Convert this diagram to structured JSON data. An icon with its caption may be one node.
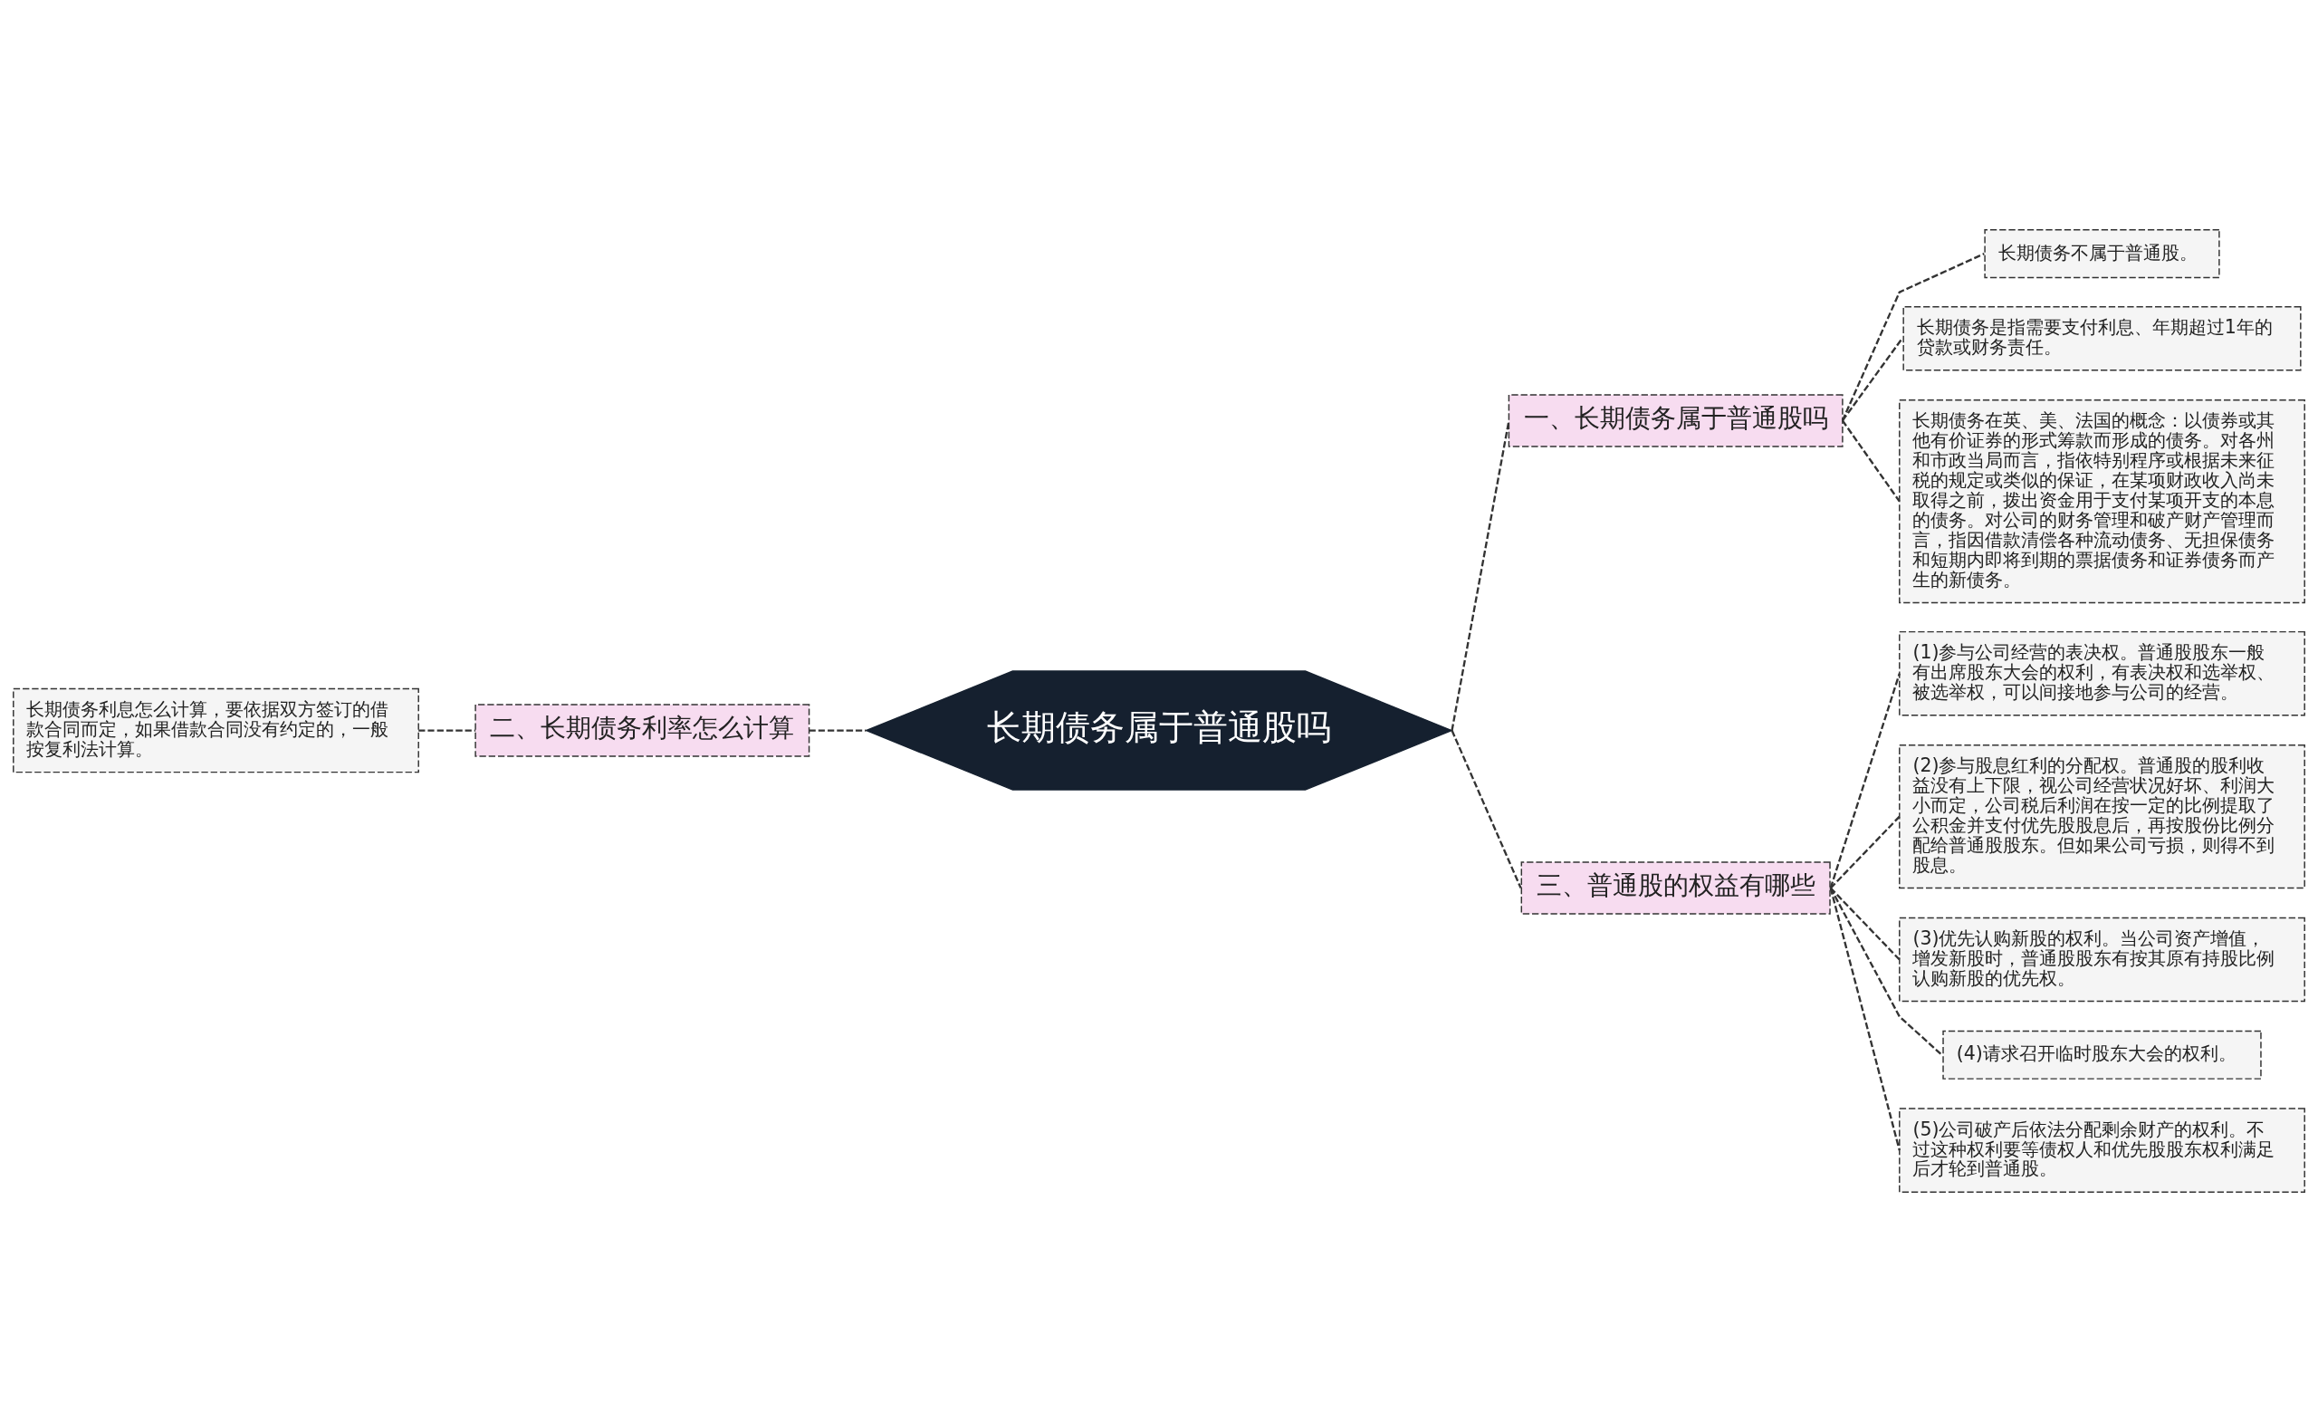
{
  "diagram": {
    "nodes": [
      {
        "text": [
          "长期债务属于普通股吗"
        ]
      },
      {
        "text": [
          "一、长期债务属于普通股吗"
        ]
      },
      {
        "text": [
          "长期债务不属于普通股。"
        ]
      },
      {
        "text": [
          "长期债务是指需要支付利息、年期超过1年的贷款或财务责任。"
        ]
      },
      {
        "text": [
          "长期债务在英、美、法国的概念：以债券或其他有价证券的形式筹款而形成的债务。对各州和市政当局而言，指依特别程序或根据未来征税的规定或类似的保证，在某项财政收入尚未取得之前，拨出资金用于支付某项开支的本息的债务。对公司的财务管理和破产财产管理而言，指因借款清偿各种流动债务、无担保债务和短期内即将到期的票据债务和证券债务而产生的新债务。"
        ]
      },
      {
        "text": [
          "二、长期债务利率怎么计算"
        ]
      },
      {
        "text": [
          "长期债务利息怎么计算，要依据双方签订的借款合同而定，如果借款合同没有约定的，一般按复利法计算。"
        ]
      },
      {
        "text": [
          "三、普通股的权益有哪些"
        ]
      },
      {
        "text": [
          "(1)参与公司经营的表决权。普通股股东一般有出席股东大会的权利，有表决权和选举权、被选举权，可以间接地参与公司的经营。"
        ]
      },
      {
        "text": [
          "(2)参与股息红利的分配权。普通股的股利收益没有上下限，视公司经营状况好坏、利润大小而定，公司税后利润在按一定的比例提取了公积金并支付优先股股息后，再按股份比例分配给普通股股东。但如果公司亏损，则得不到股息。"
        ]
      },
      {
        "text": [
          "(3)优先认购新股的权利。当公司资产增值，增发新股时，普通股股东有按其原有持股比例认购新股的优先权。"
        ]
      },
      {
        "text": [
          "(4)请求召开临时股东大会的权利。"
        ]
      },
      {
        "text": [
          "(5)公司破产后依法分配剩余财产的权利。不过这种权利要等债权人和优先股股东权利满足后才轮到普通股。"
        ]
      }
    ],
    "edges": [
      {
        "from": 0,
        "to": 1,
        "arrow": "none",
        "style": "dashed"
      },
      {
        "from": 1,
        "to": 2,
        "arrow": "none",
        "style": "dashed"
      },
      {
        "from": 1,
        "to": 3,
        "arrow": "none",
        "style": "dashed"
      },
      {
        "from": 1,
        "to": 4,
        "arrow": "none",
        "style": "dashed"
      },
      {
        "from": 5,
        "to": 0,
        "arrow": "none",
        "style": "dashed"
      },
      {
        "from": 6,
        "to": 5,
        "arrow": "none",
        "style": "dashed"
      },
      {
        "from": 0,
        "to": 7,
        "arrow": "none",
        "style": "dashed"
      },
      {
        "from": 7,
        "to": 8,
        "arrow": "none",
        "style": "dashed"
      },
      {
        "from": 7,
        "to": 9,
        "arrow": "none",
        "style": "dashed"
      },
      {
        "from": 7,
        "to": 10,
        "arrow": "none",
        "style": "dashed"
      },
      {
        "from": 7,
        "to": 11,
        "arrow": "none",
        "style": "dashed"
      },
      {
        "from": 7,
        "to": 12,
        "arrow": "none",
        "style": "dashed"
      }
    ]
  }
}
